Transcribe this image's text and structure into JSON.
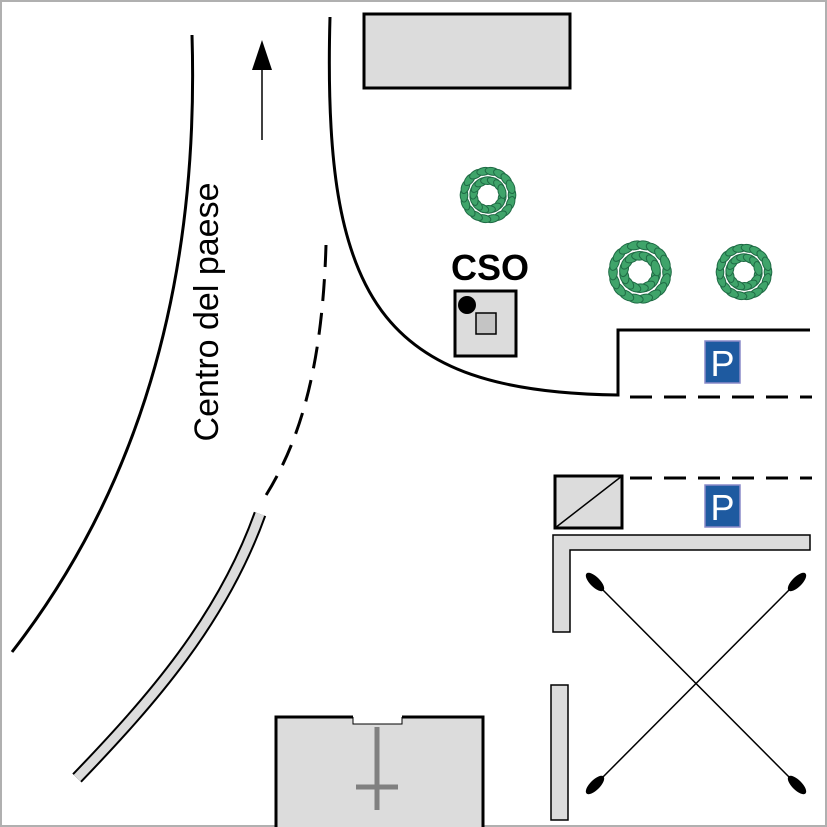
{
  "labels": {
    "direction": "Centro del paese",
    "cso": "CSO",
    "parking_sign_1": "P",
    "parking_sign_2": "P"
  },
  "colors": {
    "building_fill": "#dcdcdc",
    "tree_green": "#3fa46a",
    "tree_dark": "#1f6b45",
    "parking_blue": "#1e5aa0",
    "frame": "#b0b0b0"
  }
}
